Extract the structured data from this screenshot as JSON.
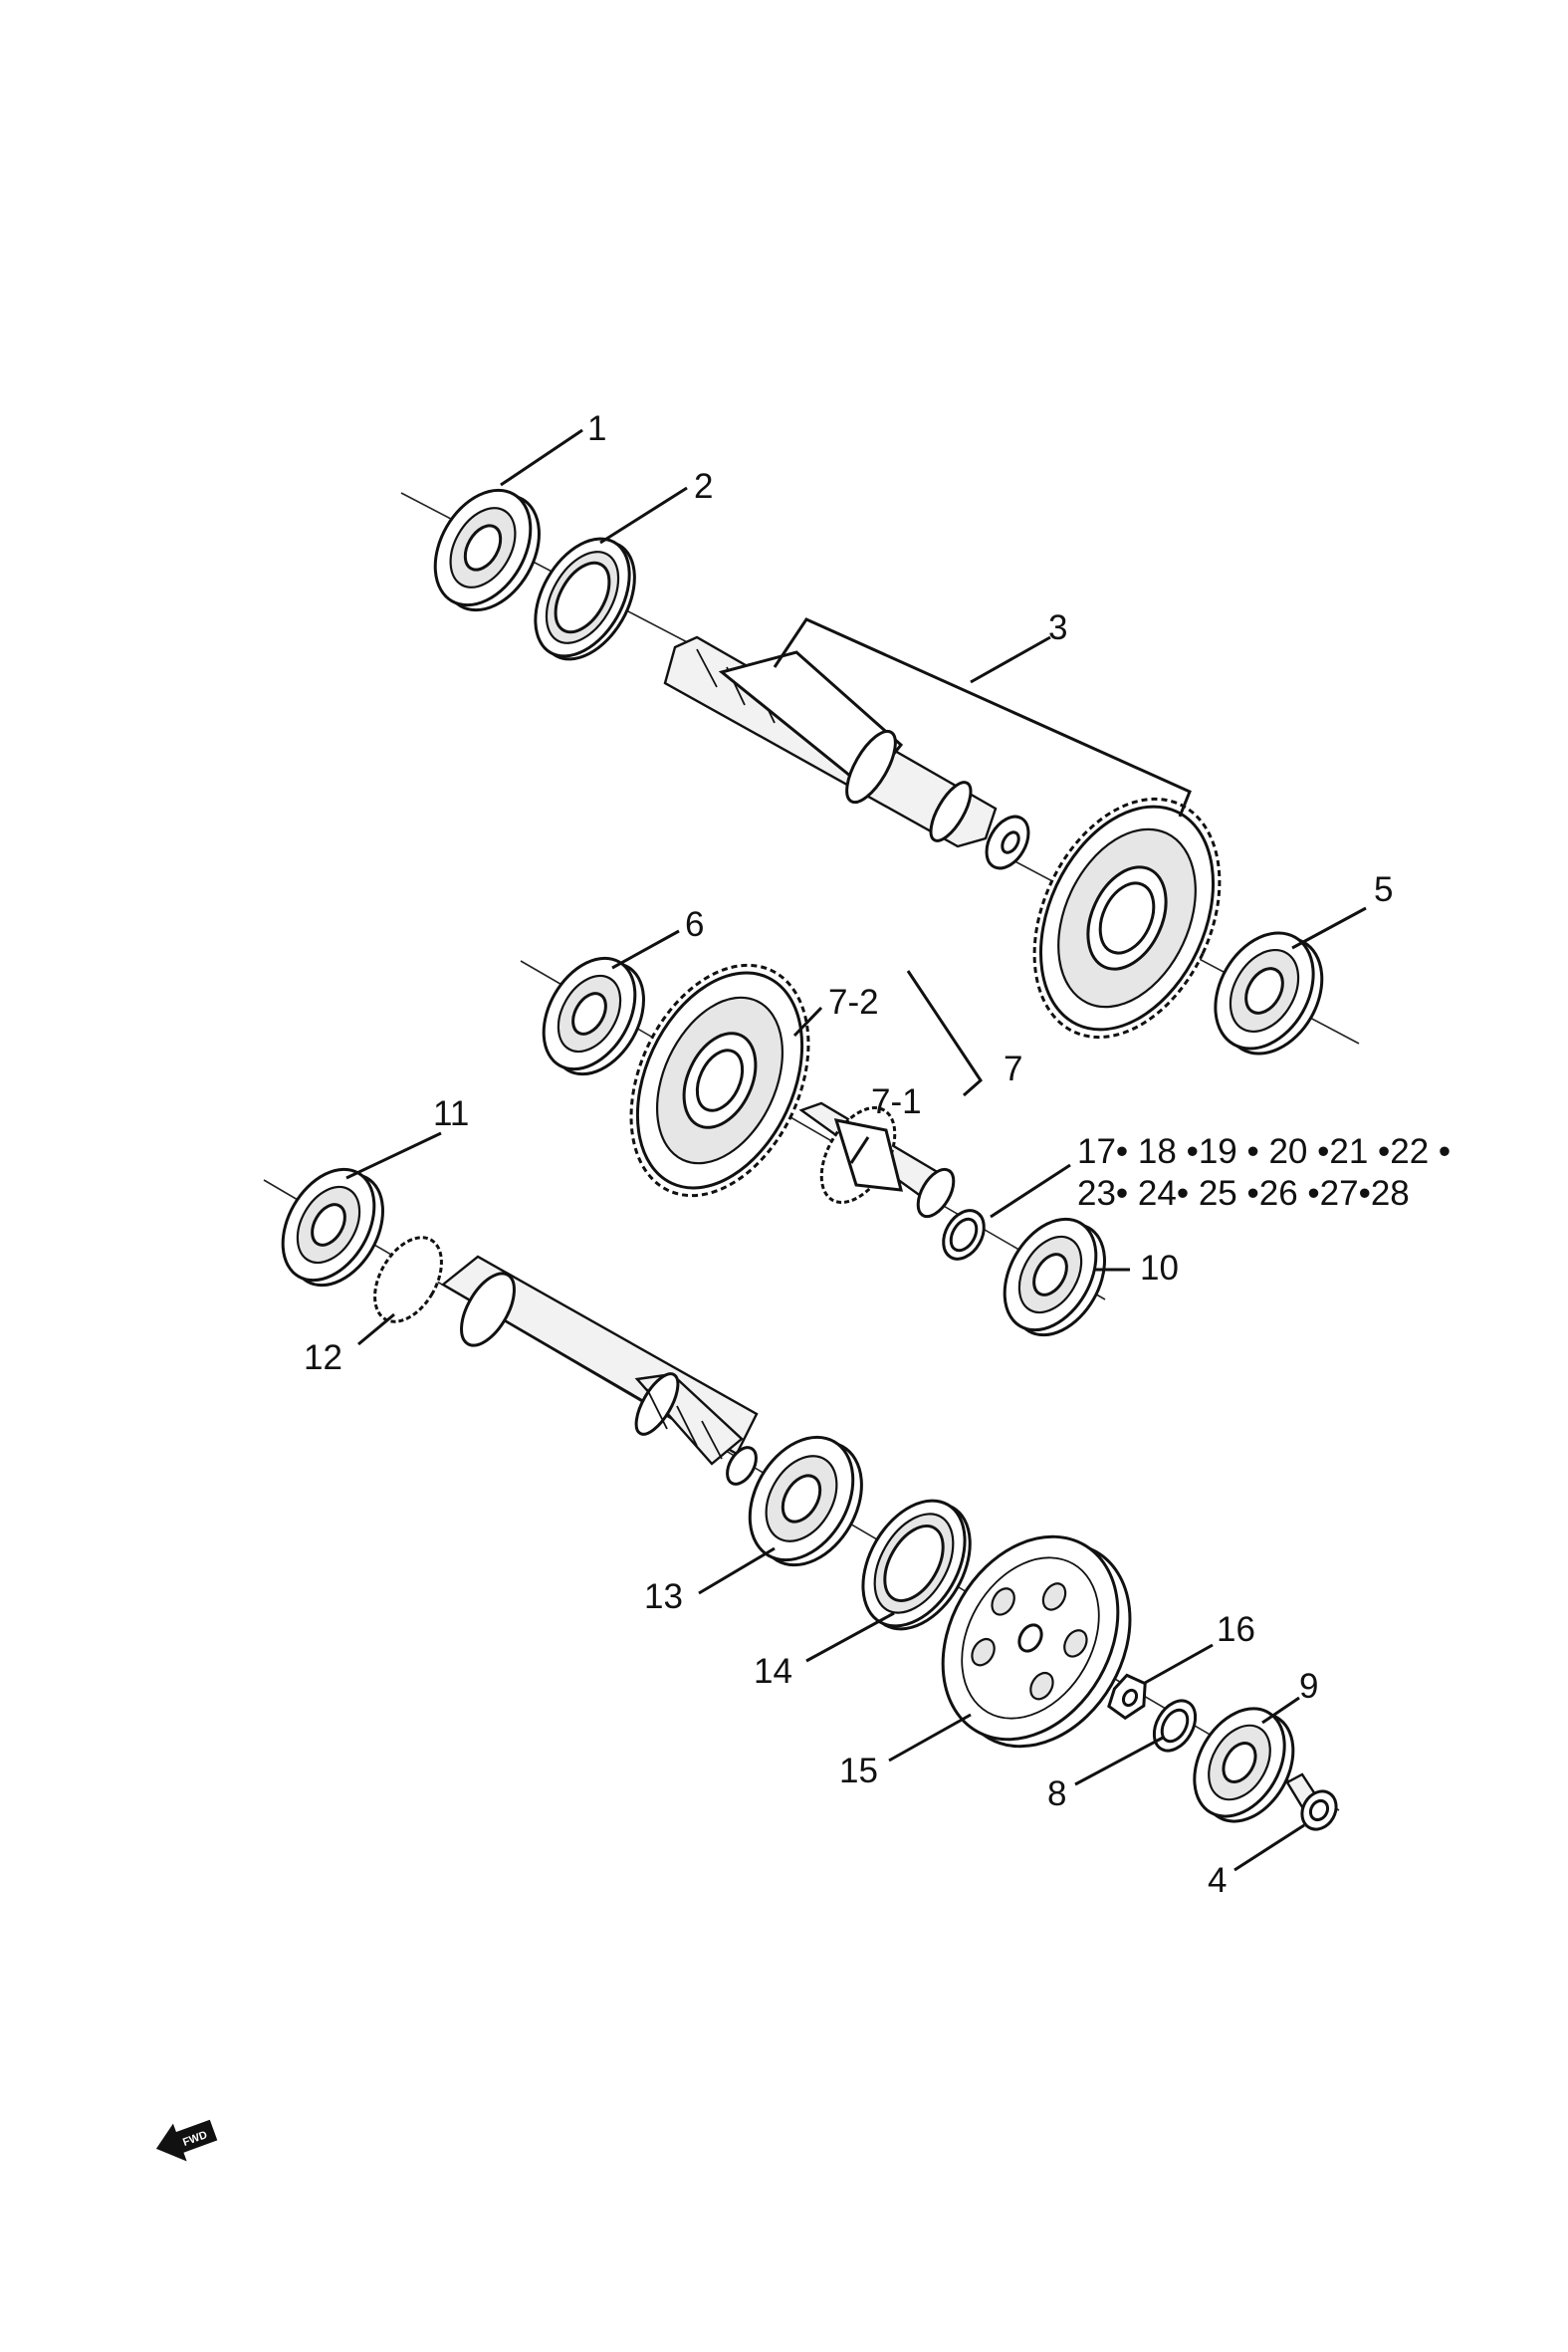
{
  "callouts": [
    {
      "key": "c1",
      "text": "1"
    },
    {
      "key": "c2",
      "text": "2"
    },
    {
      "key": "c3",
      "text": "3"
    },
    {
      "key": "c5",
      "text": "5"
    },
    {
      "key": "c6",
      "text": "6"
    },
    {
      "key": "c7_2",
      "text": "7-2"
    },
    {
      "key": "c7",
      "text": "7"
    },
    {
      "key": "c7_1",
      "text": "7-1"
    },
    {
      "key": "c11",
      "text": "11"
    },
    {
      "key": "c10",
      "text": "10"
    },
    {
      "key": "c12",
      "text": "12"
    },
    {
      "key": "c13",
      "text": "13"
    },
    {
      "key": "c14",
      "text": "14"
    },
    {
      "key": "c15",
      "text": "15"
    },
    {
      "key": "c16",
      "text": "16"
    },
    {
      "key": "c9",
      "text": "9"
    },
    {
      "key": "c8",
      "text": "8"
    },
    {
      "key": "c4",
      "text": "4"
    }
  ],
  "shim_set": {
    "line1": "17• 18 •19 • 20 •21 •22 •",
    "line2": "23• 24• 25 •26 •27•28"
  },
  "fwd_label": "FWD"
}
